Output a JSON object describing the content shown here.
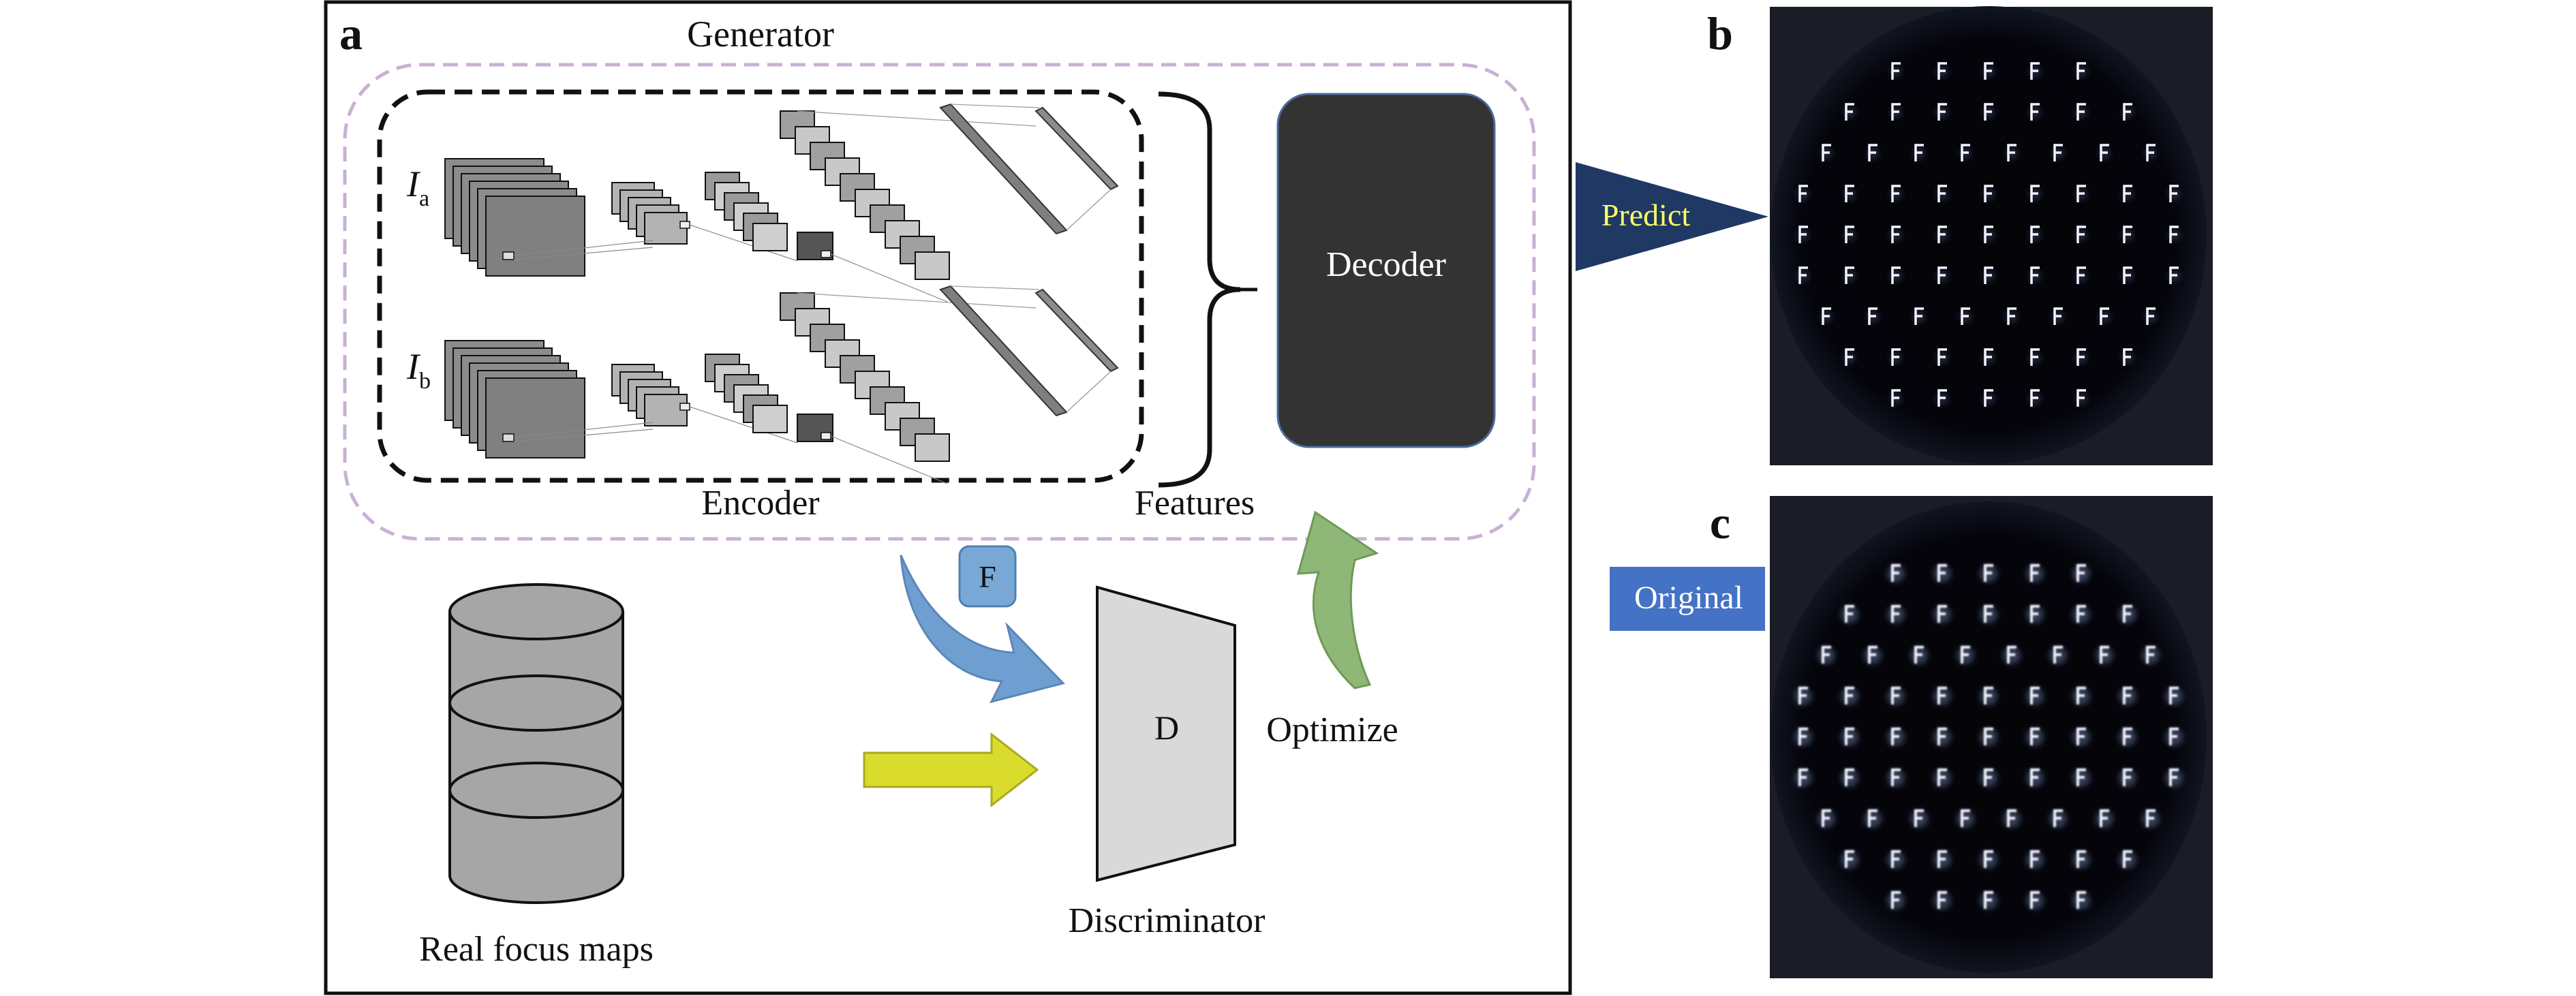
{
  "panels": {
    "a": "a",
    "b": "b",
    "c": "c"
  },
  "generator": {
    "title": "Generator",
    "encoder_label": "Encoder",
    "features_label": "Features",
    "decoder_label": "Decoder",
    "input_a": {
      "symbol": "I",
      "subscript": "a"
    },
    "input_b": {
      "symbol": "I",
      "subscript": "b"
    }
  },
  "discriminator": {
    "symbol": "D",
    "label": "Discriminator",
    "fake_tag": "F"
  },
  "database": {
    "label": "Real focus maps"
  },
  "optimize_label": "Optimize",
  "predict_label": "Predict",
  "original_label": "Original",
  "colors": {
    "frame": "#111111",
    "generator_border": "#c9b0d4",
    "decoder_fill": "#333333",
    "blue_arrow": "#6f9fd0",
    "green_arrow": "#8fb878",
    "yellow_arrow": "#d9dc2c",
    "predict_fill": "#1f3864",
    "predict_text": "#ffff66",
    "original_fill": "#4472c4",
    "database_fill": "#a6a6a6",
    "disc_fill": "#d9d9d9",
    "photo_bg": "#1a1c26",
    "photo_disk": "#020204"
  }
}
